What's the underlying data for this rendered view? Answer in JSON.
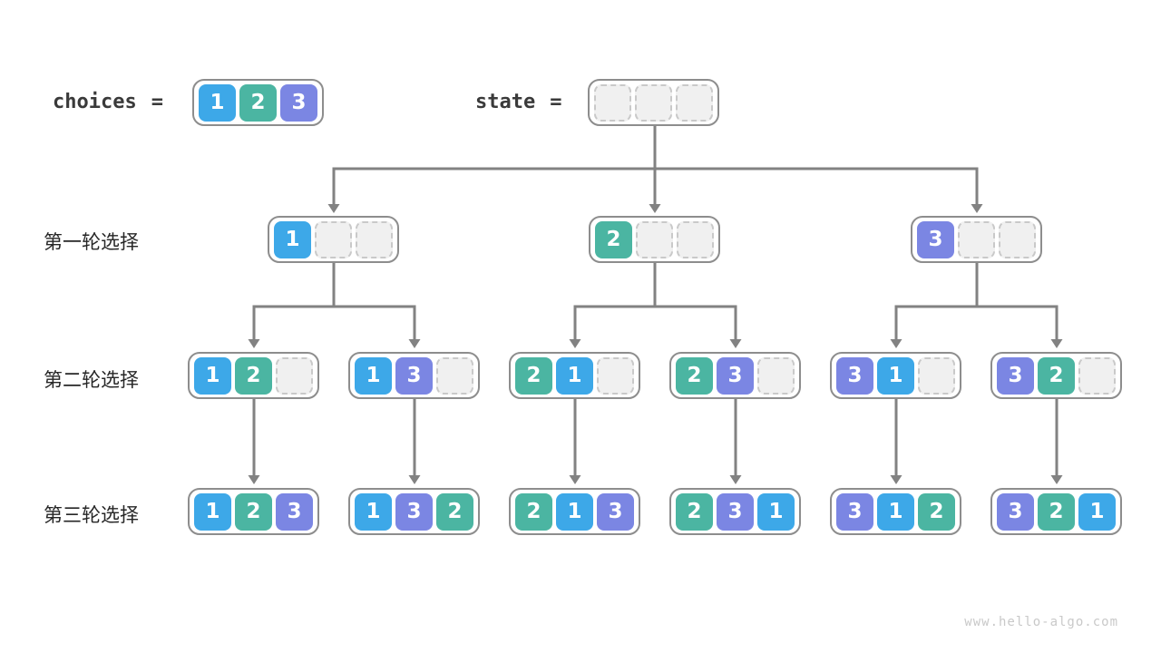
{
  "header": {
    "choices_label": "choices",
    "equals": "=",
    "choices_cells": [
      "1",
      "2",
      "3"
    ],
    "state_label": "state",
    "state_cells": [
      "",
      "",
      ""
    ]
  },
  "rows": [
    {
      "label": "第一轮选择",
      "nodes": [
        [
          "1",
          "",
          ""
        ],
        [
          "2",
          "",
          ""
        ],
        [
          "3",
          "",
          ""
        ]
      ]
    },
    {
      "label": "第二轮选择",
      "nodes": [
        [
          "1",
          "2",
          ""
        ],
        [
          "1",
          "3",
          ""
        ],
        [
          "2",
          "1",
          ""
        ],
        [
          "2",
          "3",
          ""
        ],
        [
          "3",
          "1",
          ""
        ],
        [
          "3",
          "2",
          ""
        ]
      ]
    },
    {
      "label": "第三轮选择",
      "nodes": [
        [
          "1",
          "2",
          "3"
        ],
        [
          "1",
          "3",
          "2"
        ],
        [
          "2",
          "1",
          "3"
        ],
        [
          "2",
          "3",
          "1"
        ],
        [
          "3",
          "1",
          "2"
        ],
        [
          "3",
          "2",
          "1"
        ]
      ]
    }
  ],
  "footer": {
    "watermark": "www.hello-algo.com"
  },
  "colors": {
    "choice1": "#3da8e8",
    "choice2": "#4bb5a2",
    "choice3": "#7b86e3",
    "empty_fill": "#f0f0f0",
    "empty_border": "#c9c9c9",
    "container_border": "#8d8d8d",
    "arrow": "#828282",
    "label_text": "#262626",
    "watermark": "#c9c9c9"
  }
}
